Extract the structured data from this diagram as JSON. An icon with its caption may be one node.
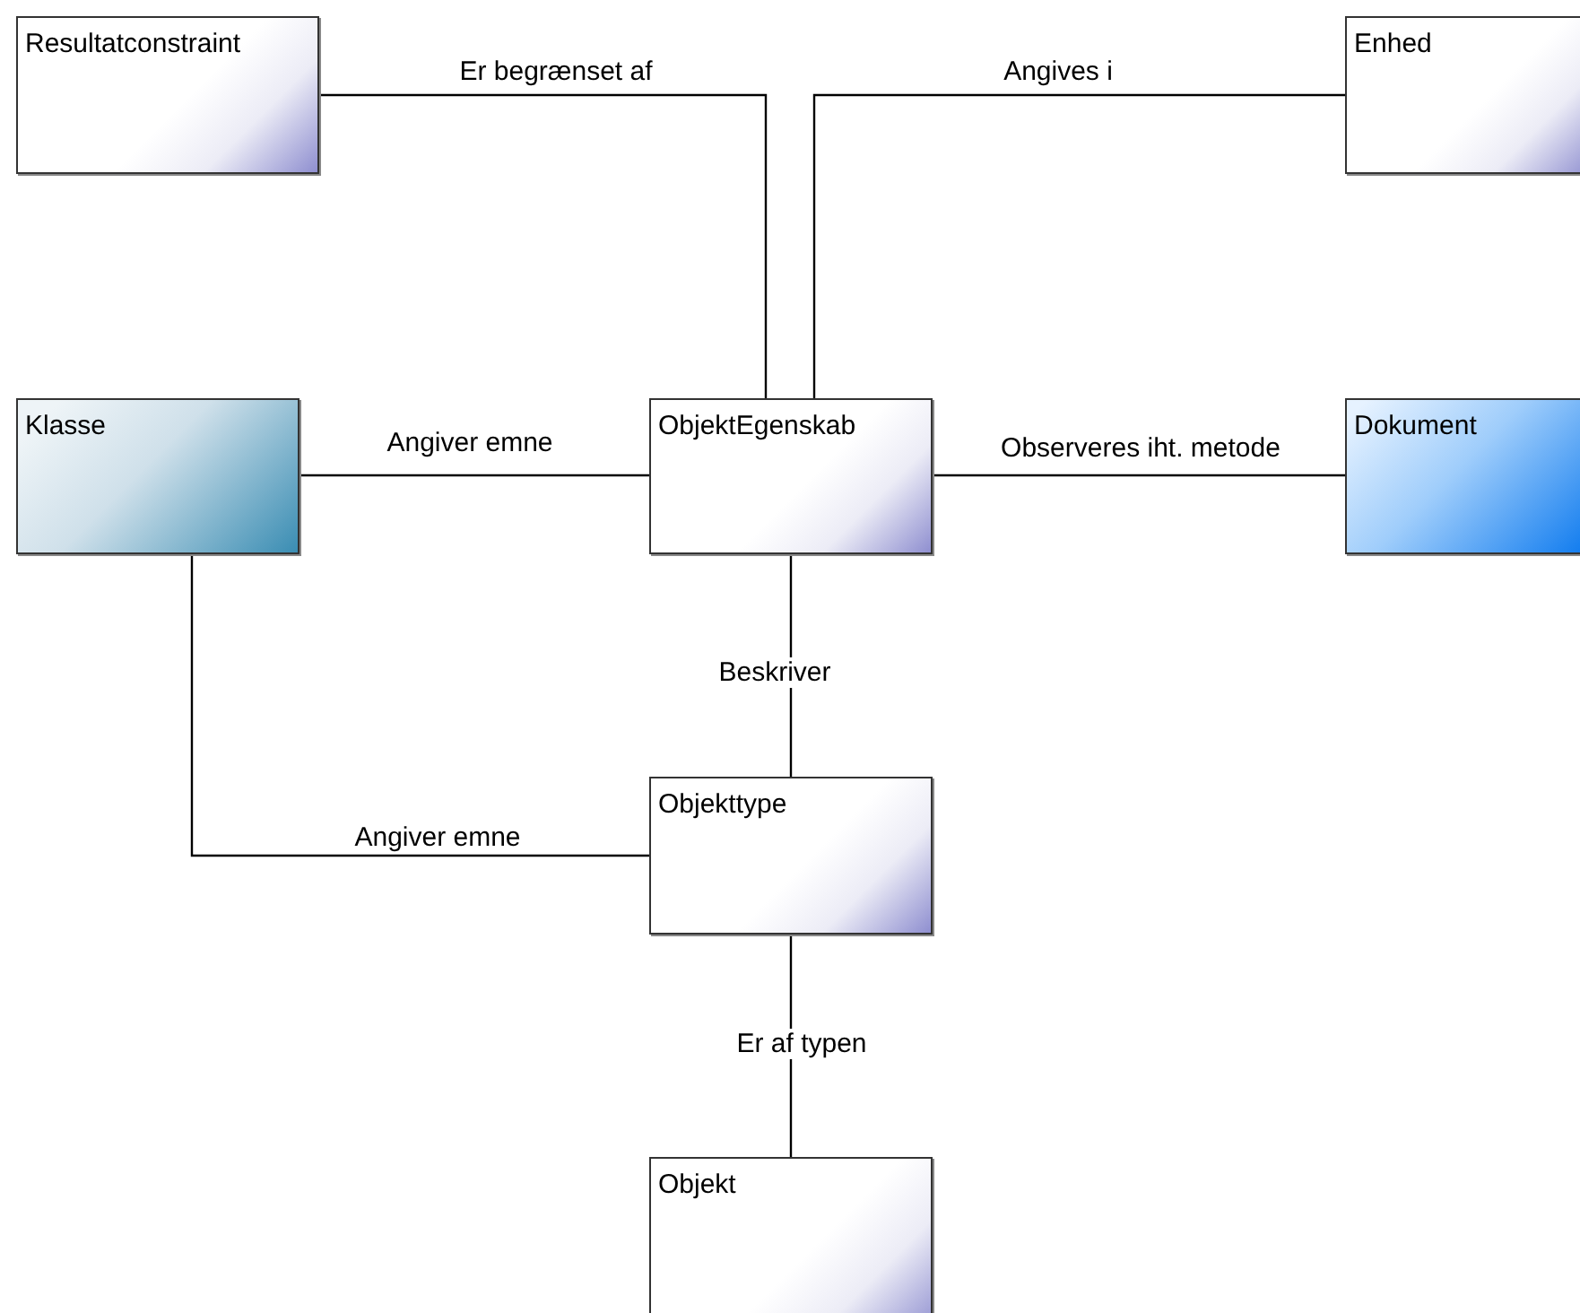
{
  "diagram": {
    "nodes": [
      {
        "text": [
          "Resultatconstraint"
        ]
      },
      {
        "text": [
          "Enhed"
        ]
      },
      {
        "text": [
          "Klasse"
        ]
      },
      {
        "text": [
          "ObjektEgenskab"
        ]
      },
      {
        "text": [
          "Dokument"
        ]
      },
      {
        "text": [
          "Objekttype"
        ]
      },
      {
        "text": [
          "Objekt"
        ]
      }
    ],
    "edges": [
      {
        "from": 0,
        "to": 3,
        "arrow": "none",
        "label": "Er begrænset af"
      },
      {
        "from": 1,
        "to": 3,
        "arrow": "none",
        "label": "Angives i"
      },
      {
        "from": 2,
        "to": 3,
        "arrow": "none",
        "label": "Angiver emne"
      },
      {
        "from": 3,
        "to": 4,
        "arrow": "none",
        "label": "Observeres iht. metode"
      },
      {
        "from": 3,
        "to": 5,
        "arrow": "none",
        "label": "Beskriver"
      },
      {
        "from": 2,
        "to": 5,
        "arrow": "none",
        "label": "Angiver emne"
      },
      {
        "from": 5,
        "to": 6,
        "arrow": "none",
        "label": "Er af typen"
      }
    ]
  }
}
